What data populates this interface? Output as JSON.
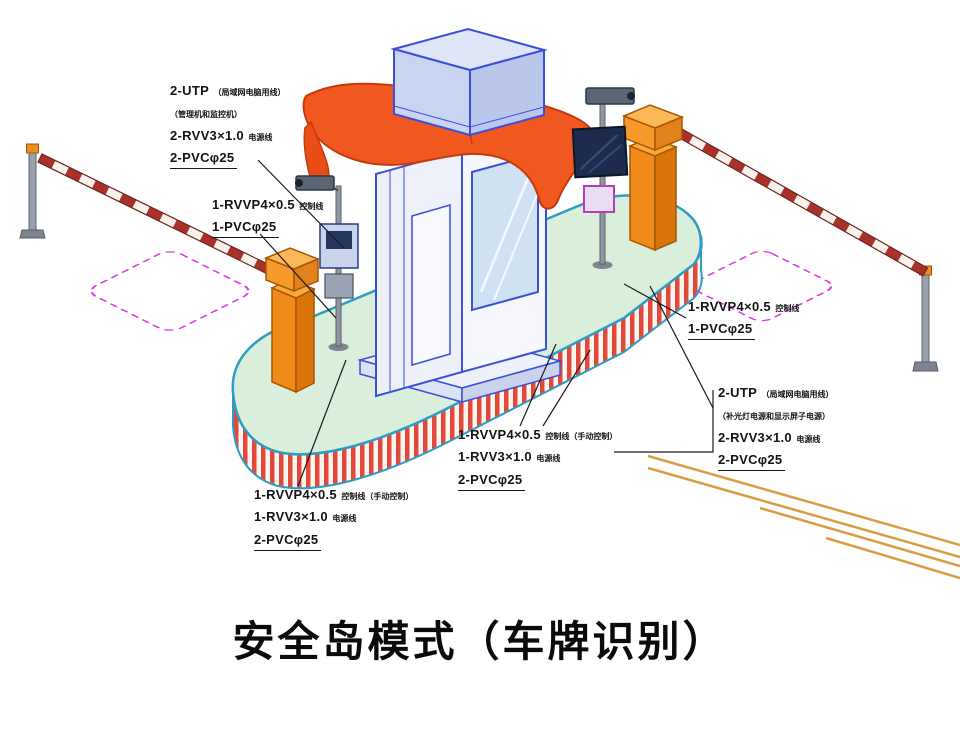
{
  "title": "安全岛模式（车牌识别）",
  "colors": {
    "island_top_green": "#d9eedb",
    "island_edge_cyan": "#2d9dc4",
    "stripe_red": "#e2493a",
    "booth_outline_blue": "#3b4fd8",
    "canopy_orange": "#f1581f",
    "cabinet_orange": "#ef8a18",
    "loop_magenta": "#e23ae2",
    "guide_line_yellow": "#d99d44",
    "leader_black": "#1a1a1a"
  },
  "labels": {
    "top_left": {
      "main1": "2-UTP",
      "note1": "（局域网电脑用线）",
      "note2": "（管理机和监控机）",
      "main2": "2-RVV3×1.0",
      "note3": "电源线",
      "main3": "2-PVCφ25"
    },
    "left_mid": {
      "main1": "1-RVVP4×0.5",
      "note1": "控制线",
      "main2": "1-PVCφ25"
    },
    "left_bottom": {
      "main1": "1-RVVP4×0.5",
      "note1": "控制线（手动控制）",
      "main2": "1-RVV3×1.0",
      "note2": "电源线",
      "main3": "2-PVCφ25"
    },
    "center_bottom": {
      "main1": "1-RVVP4×0.5",
      "note1": "控制线（手动控制）",
      "main2": "1-RVV3×1.0",
      "note2": "电源线",
      "main3": "2-PVCφ25"
    },
    "right_mid": {
      "main1": "1-RVVP4×0.5",
      "note1": "控制线",
      "main2": "1-PVCφ25"
    },
    "right_low": {
      "main1": "2-UTP",
      "note1": "（局域网电脑用线）",
      "note2": "（补光灯电源和显示屏子电源）",
      "main2": "2-RVV3×1.0",
      "note3": "电源线",
      "main3": "2-PVCφ25"
    }
  }
}
